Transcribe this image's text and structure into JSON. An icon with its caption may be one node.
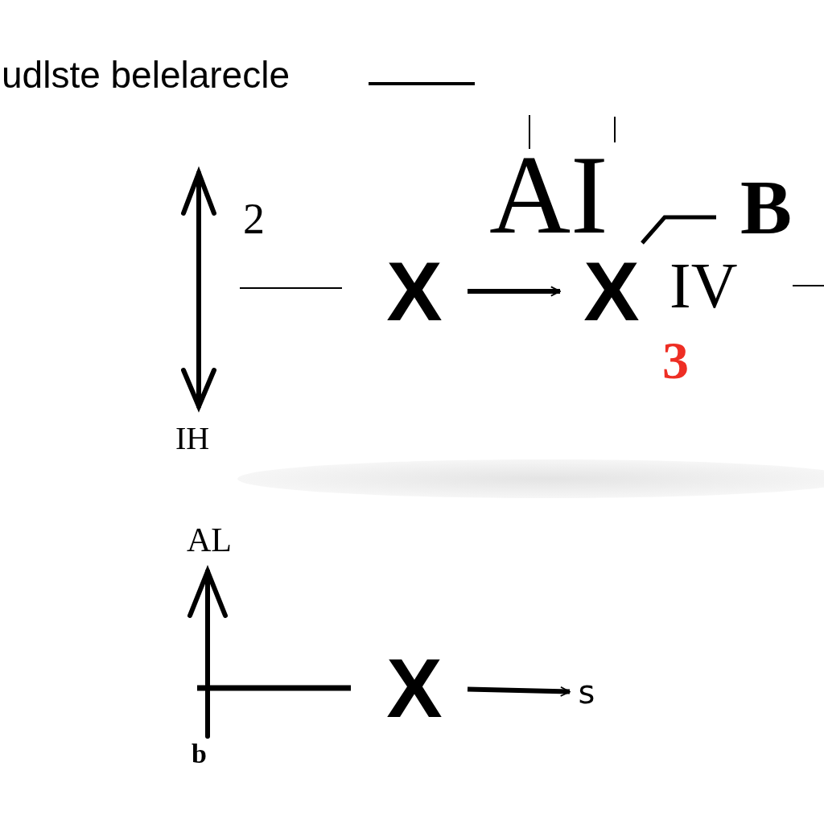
{
  "diagram": {
    "title": "udlste belelarecle",
    "nodes": [
      {
        "text": [
          "X"
        ]
      },
      {
        "text": [
          "X"
        ]
      },
      {
        "text": [
          "X"
        ]
      },
      {
        "text": [
          "s"
        ]
      }
    ],
    "edges": [
      {
        "from": 0,
        "to": 1,
        "arrow": "to"
      },
      {
        "from": 2,
        "to": 3,
        "arrow": "to"
      }
    ],
    "labels": [
      "2",
      "IH",
      "AI",
      "B",
      "IV",
      "3",
      "AL",
      "b"
    ]
  }
}
